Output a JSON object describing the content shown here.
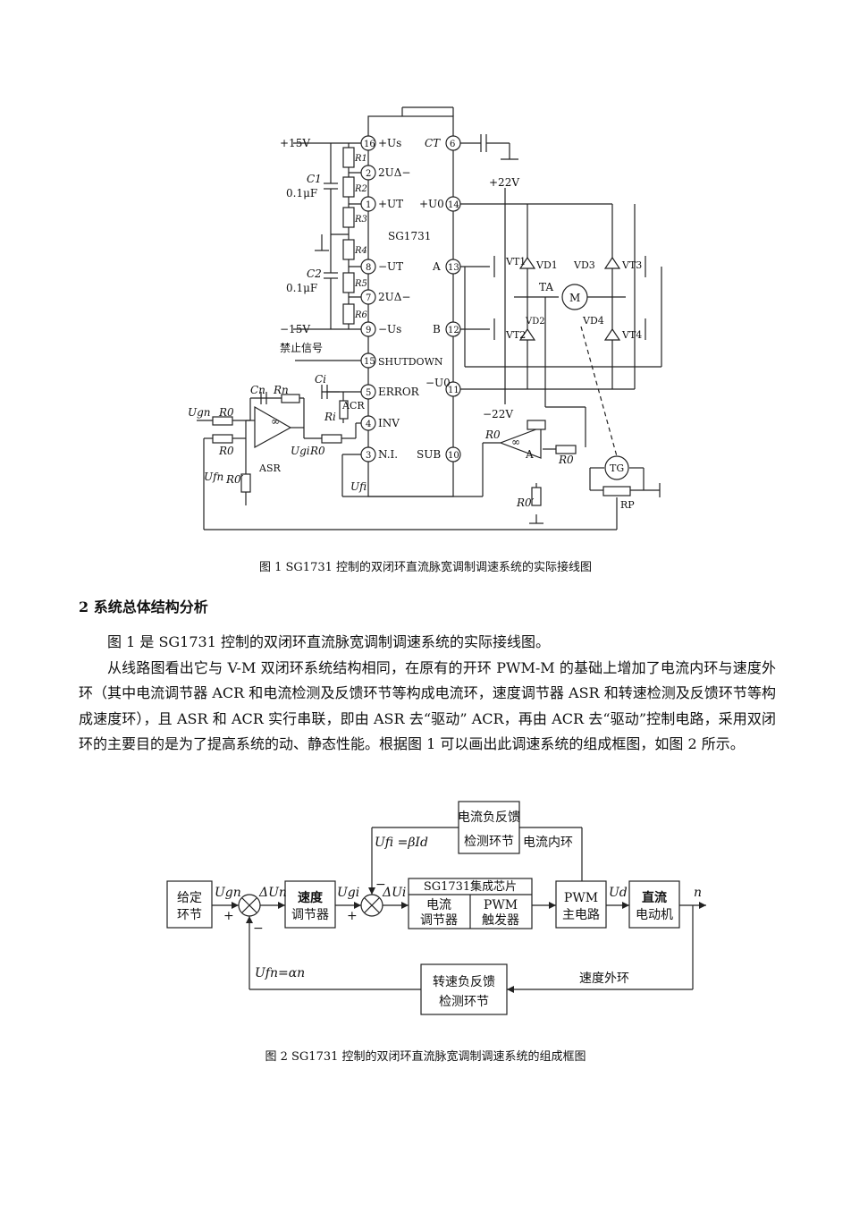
{
  "figure1": {
    "caption": "图 1 SG1731 控制的双闭环直流脉宽调制调速系统的实际接线图",
    "labels": {
      "plus15v": "+15V",
      "minus15v": "−15V",
      "c1": "C1",
      "c1_val": "0.1μF",
      "c2": "C2",
      "c2_val": "0.1μF",
      "r1": "R1",
      "r2": "R2",
      "r3": "R3",
      "r4": "R4",
      "r5": "R5",
      "r6": "R6",
      "chip": "SG1731",
      "pin16": "16",
      "pin16_name": "+Us",
      "pin2": "2",
      "pin2_name": "2UΔ−",
      "pin1": "1",
      "pin1_name": "+UT",
      "pin8": "8",
      "pin8_name": "−UT",
      "pin7": "7",
      "pin7_name": "2UΔ−",
      "pin9": "9",
      "pin9_name": "−Us",
      "pin15": "15",
      "pin15_name": "SHUTDOWN",
      "pin5": "5",
      "pin5_name": "ERROR",
      "pin4": "4",
      "pin4_name": "INV",
      "pin3": "3",
      "pin3_name": "N.I.",
      "pin6": "6",
      "pin6_name": "CT",
      "pin14": "14",
      "pin14_name": "+U0",
      "pin13": "13",
      "pin13_name": "A",
      "pin12": "12",
      "pin12_name": "B",
      "pin11": "11",
      "pin11_name": "−U0",
      "pin10": "10",
      "pin10_name": "SUB",
      "inhibit": "禁止信号",
      "plus22v": "+22V",
      "minus22v": "−22V",
      "vt1": "VT1",
      "vt2": "VT2",
      "vt3": "VT3",
      "vt4": "VT4",
      "vd1": "VD1",
      "vd2": "VD2",
      "vd3": "VD3",
      "vd4": "VD4",
      "ta": "TA",
      "motor": "M",
      "tg": "TG",
      "rp": "RP",
      "cn": "Cn",
      "rn": "Rn",
      "ci": "Ci",
      "ri": "Ri",
      "acr": "ACR",
      "asr": "ASR",
      "ugn": "Ugn",
      "ufn": "Ufn",
      "ugi": "Ugi",
      "ufi": "Ufi",
      "r0": "R0",
      "r0p": "R0′",
      "amp_a": "A",
      "inf": "∞"
    }
  },
  "section": {
    "heading": "2 系统总体结构分析",
    "paragraphs": [
      "图 1 是 SG1731 控制的双闭环直流脉宽调制调速系统的实际接线图。",
      "从线路图看出它与 V-M 双闭环系统结构相同，在原有的开环 PWM-M 的基础上增加了电流内环与速度外环（其中电流调节器 ACR 和电流检测及反馈环节等构成电流环，速度调节器 ASR 和转速检测及反馈环节等构成速度环），且 ASR 和 ACR 实行串联，即由 ASR 去“驱动” ACR，再由 ACR 去“驱动”控制电路，采用双闭环的主要目的是为了提高系统的动、静态性能。根据图 1 可以画出此调速系统的组成框图，如图 2 所示。"
    ]
  },
  "figure2": {
    "caption": "图 2 SG1731 控制的双闭环直流脉宽调制调速系统的组成框图",
    "blocks": {
      "given": [
        "给定",
        "环节"
      ],
      "speed_reg": [
        "速度",
        "调节器"
      ],
      "chip_title": "SG1731集成芯片",
      "current_reg": [
        "电流",
        "调节器"
      ],
      "pwm_trig": [
        "PWM",
        "触发器"
      ],
      "pwm_main": [
        "PWM",
        "主电路"
      ],
      "motor": [
        "直流",
        "电动机"
      ],
      "cur_fb": [
        "电流负反馈",
        "检测环节"
      ],
      "spd_fb": [
        "转速负反馈",
        "检测环节"
      ]
    },
    "labels": {
      "ugn": "Ugn",
      "dun": "ΔUn",
      "ugi": "Ugi",
      "dui": "ΔUi",
      "ud": "Ud",
      "n": "n",
      "plus1": "+",
      "minus1": "−",
      "plus2": "+",
      "minus2": "−",
      "ufi_eq": "Ufi =βId",
      "ufn_eq": "Ufn=αn",
      "cur_loop": "电流内环",
      "spd_loop": "速度外环"
    }
  }
}
